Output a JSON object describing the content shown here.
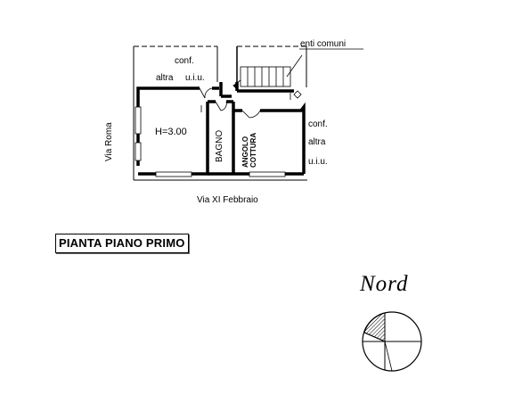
{
  "plan": {
    "neighbor_left": [
      "conf.",
      "altra",
      "u.i.u."
    ],
    "common_areas": "enti comuni",
    "neighbor_right": [
      "conf.",
      "altra",
      "u.i.u."
    ],
    "ceiling_height": "H=3.00",
    "bathroom": "BAGNO",
    "kitchen_corner": [
      "ANGOLO",
      "COTTURA"
    ],
    "street_west": "Via Roma",
    "street_south": "Via XI Febbraio"
  },
  "title": "PIANTA PIANO PRIMO",
  "north_label": "Nord"
}
